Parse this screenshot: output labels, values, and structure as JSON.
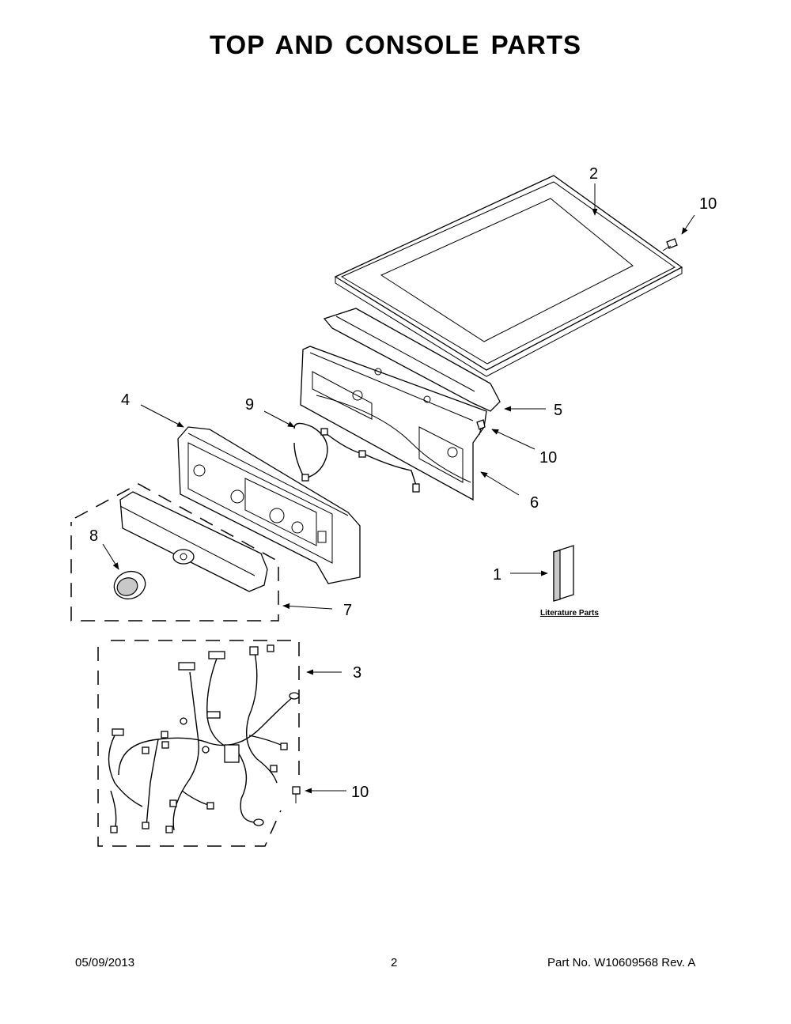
{
  "title": "TOP AND CONSOLE PARTS",
  "callouts": {
    "c1": "1",
    "c2": "2",
    "c3": "3",
    "c4": "4",
    "c5": "5",
    "c6": "6",
    "c7": "7",
    "c8": "8",
    "c9": "9",
    "c10a": "10",
    "c10b": "10",
    "c10c": "10"
  },
  "literature_label": "Literature Parts",
  "footer": {
    "date": "05/09/2013",
    "page": "2",
    "part": "Part No.  W10609568  Rev.  A"
  }
}
